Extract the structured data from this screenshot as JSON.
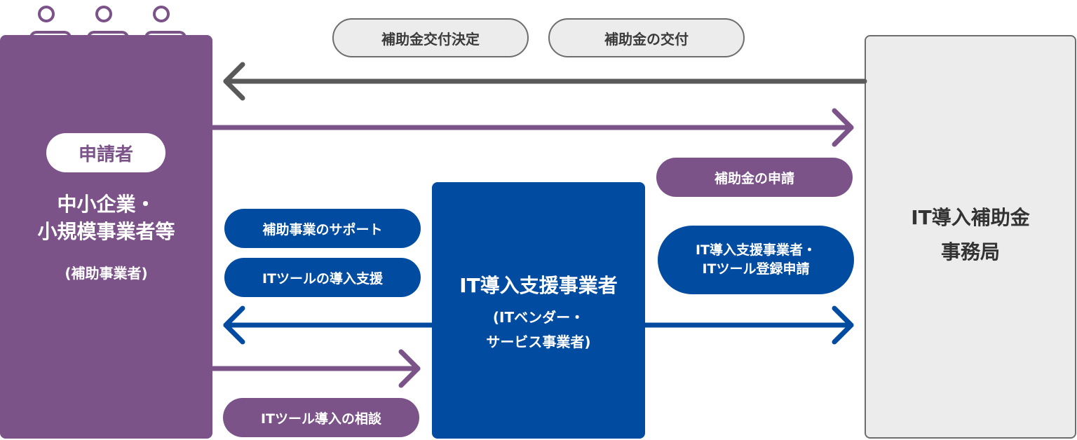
{
  "applicant": {
    "badge": "申請者",
    "title": "中小企業・\n小規模事業者等",
    "subtitle": "(補助事業者)"
  },
  "vendor": {
    "title": "IT導入支援事業者",
    "subtitle": "(ITベンダー・\nサービス事業者)"
  },
  "office": {
    "title": "IT導入補助金\n事務局"
  },
  "labels": {
    "grant_decision": "補助金交付決定",
    "grant_payment": "補助金の交付",
    "grant_application": "補助金の申請",
    "vendor_registration": "IT導入支援事業者・\nITツール登録申請",
    "support": "補助事業のサポート",
    "tool_support": "ITツールの導入支援",
    "consultation": "ITツール導入の相談"
  },
  "colors": {
    "purple": "#7b5389",
    "blue": "#014ba0",
    "grey_arrow": "#5a5a5a",
    "office_bg": "#ececec",
    "office_border": "#6d6d6d"
  }
}
